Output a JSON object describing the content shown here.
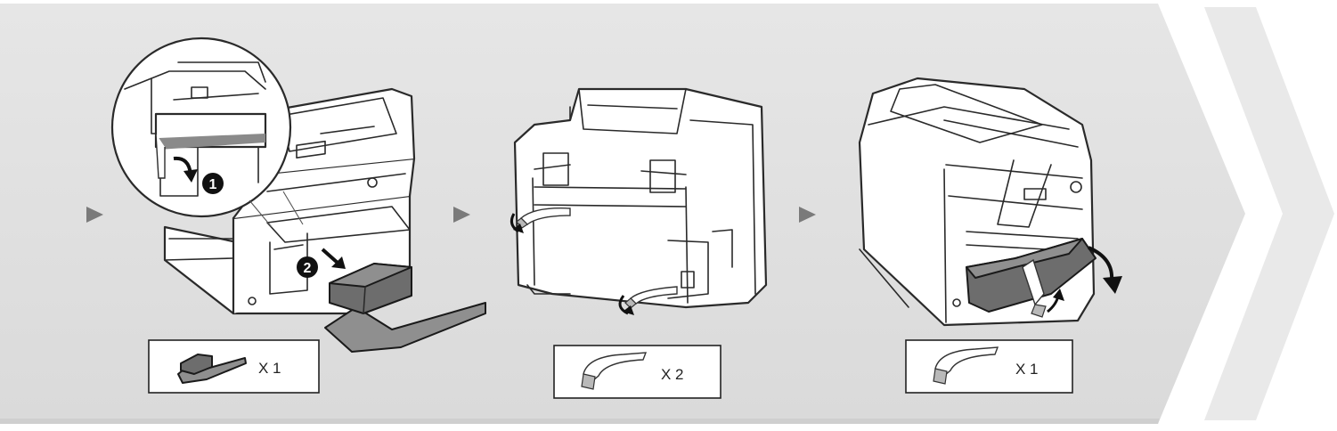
{
  "accessory_labels": {
    "step1": "X 1",
    "step2": "X 2",
    "step3": "X 1"
  },
  "callouts": {
    "one": "1",
    "two": "2"
  },
  "colors": {
    "band": "#e2e2e2",
    "chevron": "#e9e9e9",
    "arrow": "#7a7a7a",
    "callout": "#111111"
  },
  "icons": [
    "play-arrow-icon",
    "next-chevron-icon",
    "curved-arrow-icon",
    "number-badge-icon"
  ]
}
